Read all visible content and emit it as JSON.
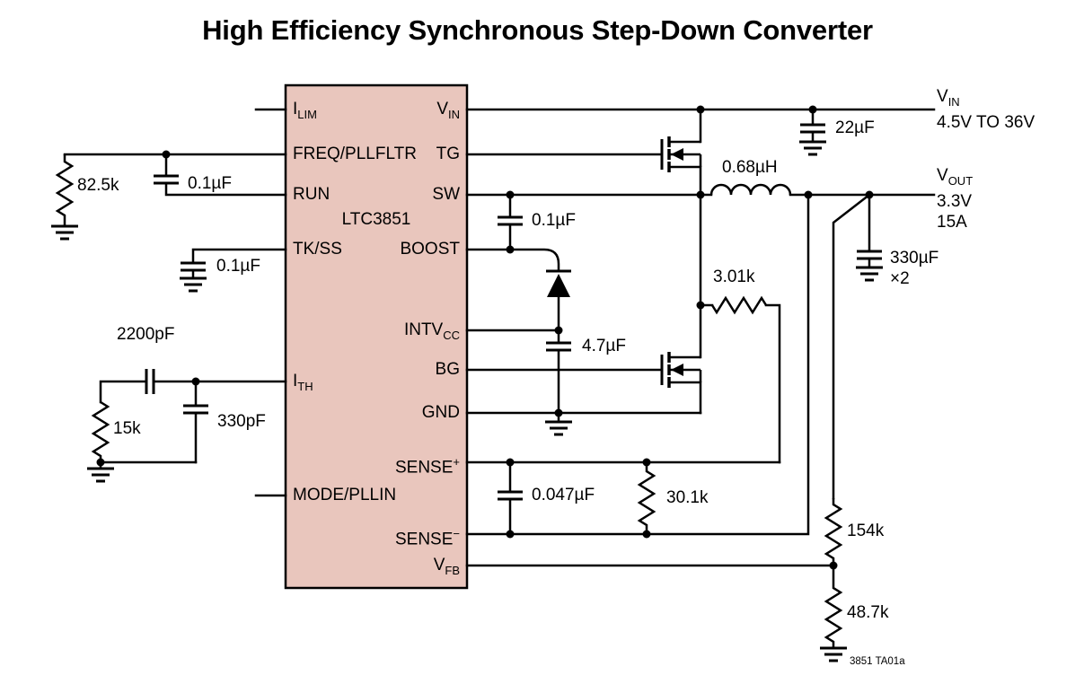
{
  "title": "High Efficiency Synchronous Step-Down Converter",
  "footer_note": "3851 TA01a",
  "colors": {
    "ic_fill": "#e9c6bd",
    "wire": "#000000"
  },
  "ic": {
    "name": "LTC3851",
    "pins_left": [
      {
        "main": "I",
        "sub": "LIM"
      },
      {
        "main": "FREQ/PLLFLTR"
      },
      {
        "main": "RUN"
      },
      {
        "main": "TK/SS"
      },
      {
        "main": "I",
        "sub": "TH"
      },
      {
        "main": "MODE/PLLIN"
      }
    ],
    "pins_right": [
      {
        "main": "V",
        "sub": "IN"
      },
      {
        "main": "TG"
      },
      {
        "main": "SW"
      },
      {
        "main": "BOOST"
      },
      {
        "main": "INTV",
        "sub": "CC"
      },
      {
        "main": "BG"
      },
      {
        "main": "GND"
      },
      {
        "main": "SENSE",
        "sup": "+"
      },
      {
        "main": "SENSE",
        "sup": "−"
      },
      {
        "main": "V",
        "sub": "FB"
      }
    ]
  },
  "components": {
    "r_freq": "82.5k",
    "c_freq": "0.1µF",
    "c_softstart": "0.1µF",
    "c_comp_series": "2200pF",
    "r_comp": "15k",
    "c_comp_parallel": "330pF",
    "c_boost": "0.1µF",
    "c_intvcc": "4.7µF",
    "c_sense": "0.047µF",
    "r_sense_shunt": "30.1k",
    "r_sense_series": "3.01k",
    "l_out": "0.68µH",
    "c_vin": "22µF",
    "c_vout": "330µF",
    "c_vout_qty": "×2",
    "r_fb_top": "154k",
    "r_fb_bottom": "48.7k"
  },
  "nodes": {
    "vin": {
      "main": "V",
      "sub": "IN",
      "desc": "4.5V TO 36V"
    },
    "vout": {
      "main": "V",
      "sub": "OUT",
      "desc1": "3.3V",
      "desc2": "15A"
    }
  }
}
